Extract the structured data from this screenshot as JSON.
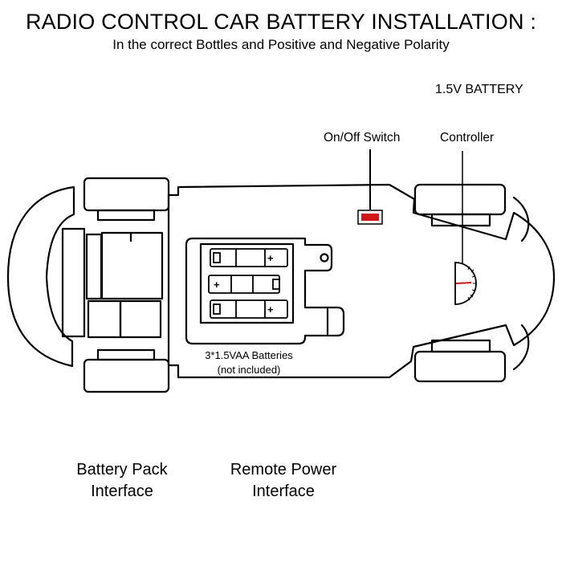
{
  "header": {
    "title": "RADIO CONTROL CAR BATTERY INSTALLATION :",
    "subtitle": "In the correct Bottles and Positive and Negative Polarity"
  },
  "labels": {
    "battery": "1.5V BATTERY",
    "on_off_switch": "On/Off Switch",
    "controller": "Controller",
    "battery_caption_line1": "3*1.5VAA Batteries",
    "battery_caption_line2": "(not included)"
  },
  "interfaces": {
    "battery_pack_line1": "Battery Pack",
    "battery_pack_line2": "Interface",
    "remote_power_line1": "Remote Power",
    "remote_power_line2": "Interface"
  },
  "batteries": [
    {
      "plus_side": "right"
    },
    {
      "plus_side": "left"
    },
    {
      "plus_side": "right"
    }
  ],
  "colors": {
    "switch": "#d01818",
    "line": "#000000"
  }
}
